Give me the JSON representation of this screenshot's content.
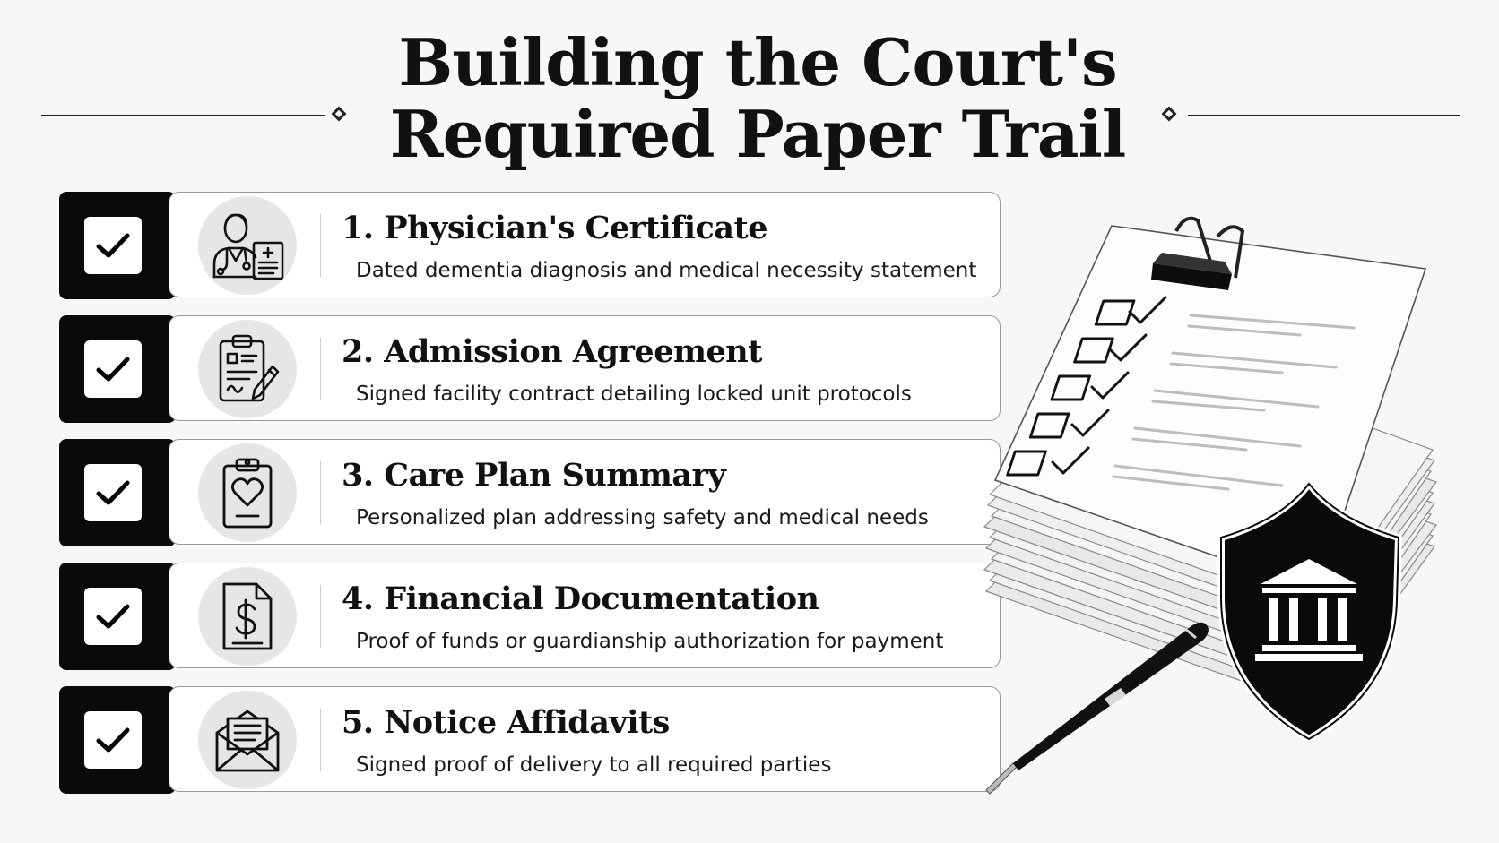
{
  "title": {
    "line1": "Building the Court's",
    "line2": "Required Paper Trail"
  },
  "items": [
    {
      "title": "1. Physician's Certificate",
      "description": "Dated dementia diagnosis and medical necessity statement",
      "icon": "doctor-certificate-icon"
    },
    {
      "title": "2. Admission Agreement",
      "description": "Signed facility contract detailing locked unit protocols",
      "icon": "clipboard-pen-icon"
    },
    {
      "title": "3. Care Plan Summary",
      "description": "Personalized plan addressing safety and medical needs",
      "icon": "clipboard-heart-icon"
    },
    {
      "title": "4. Financial Documentation",
      "description": "Proof of funds or guardianship authorization for payment",
      "icon": "dollar-document-icon"
    },
    {
      "title": "5. Notice Affidavits",
      "description": "Signed proof of delivery to all required parties",
      "icon": "envelope-letter-icon"
    }
  ],
  "illustration": {
    "icons": [
      "paper-stack-icon",
      "binder-clip-icon",
      "pen-icon",
      "courthouse-shield-icon"
    ]
  }
}
